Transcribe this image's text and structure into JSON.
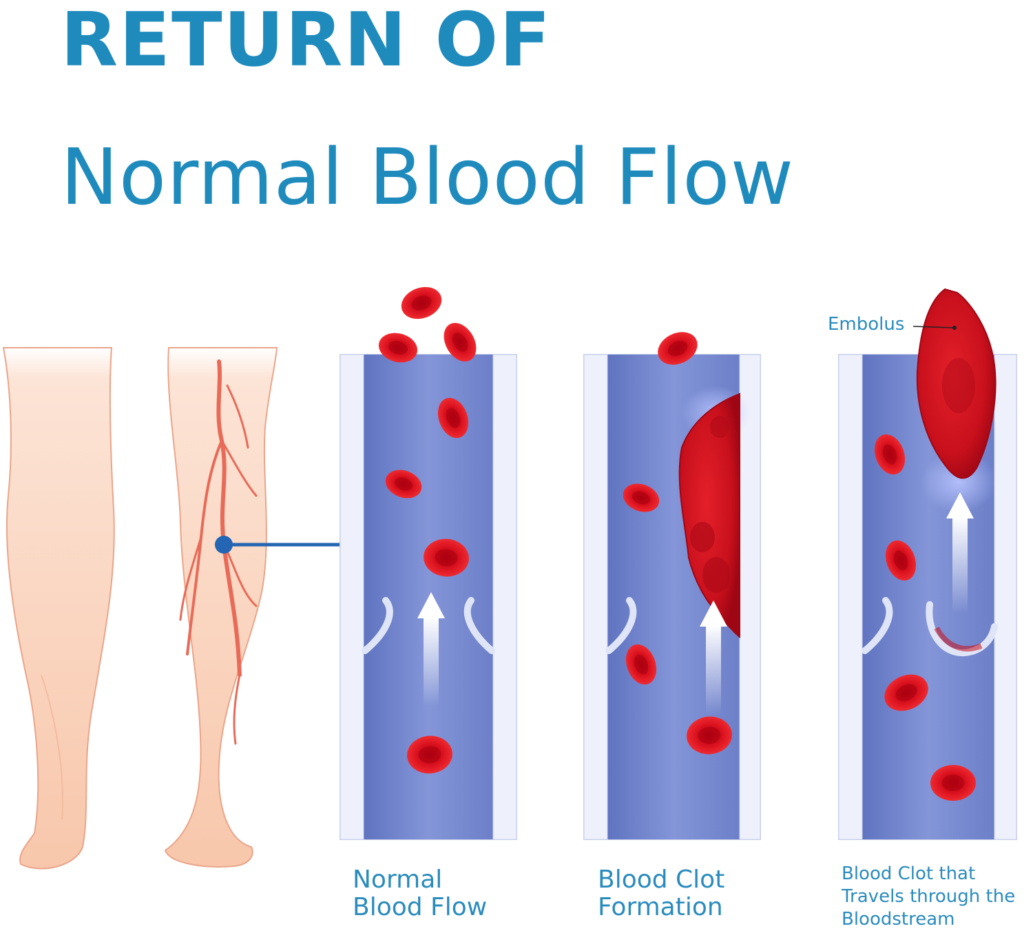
{
  "title": {
    "line1": "RETURN OF",
    "line2": "Normal Blood Flow"
  },
  "labels": {
    "embolus": "Embolus"
  },
  "captions": {
    "normal": [
      "Normal",
      "Blood Flow"
    ],
    "clot": [
      "Blood Clot",
      "Formation"
    ],
    "travel": [
      "Blood Clot that",
      "Travels through the",
      "Bloodstream"
    ]
  },
  "colors": {
    "title": "#1f8bbd",
    "caption": "#2a8bbd",
    "skin": "#fbd5bf",
    "vein_inner": "#7d8fd0",
    "vein_wall": "#dfe5f7",
    "blood": "#d7101c",
    "connector": "#2466b3"
  }
}
